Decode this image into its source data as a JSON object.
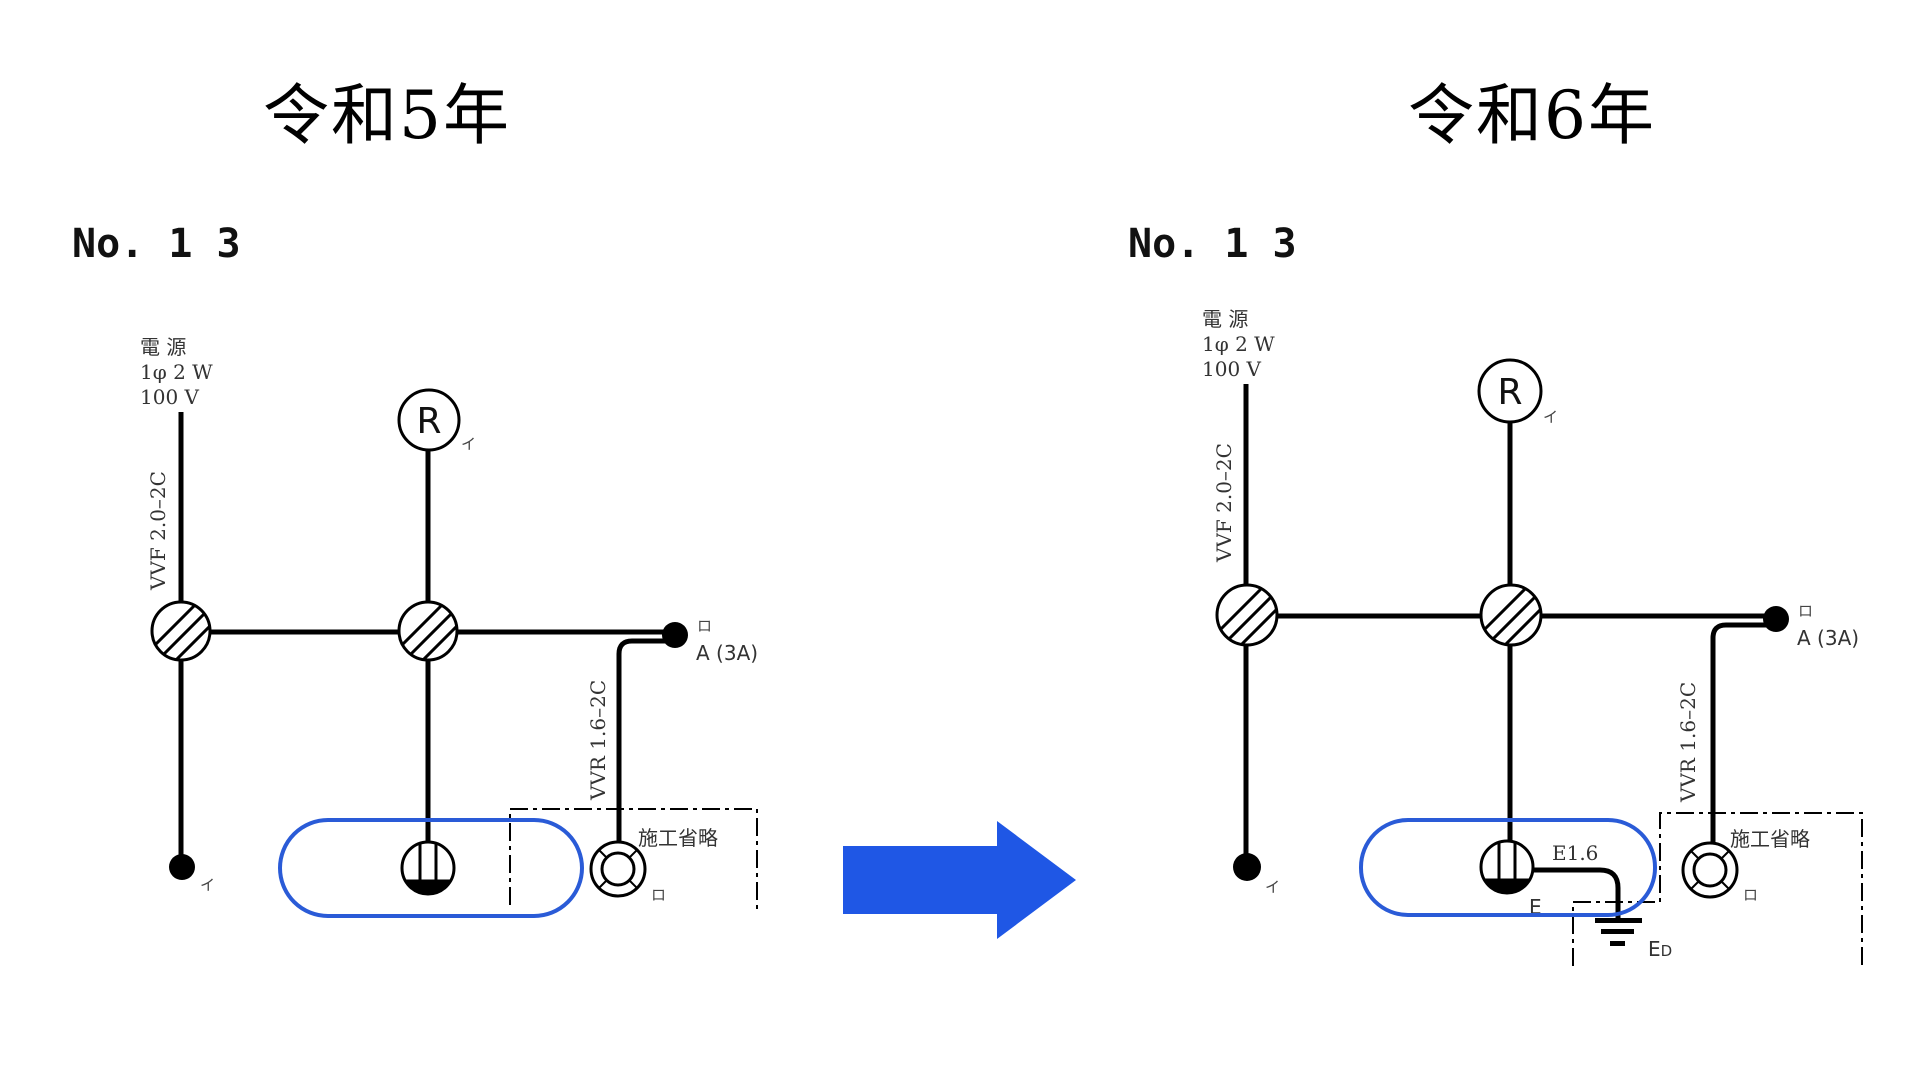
{
  "titles": {
    "left": "令和5年",
    "right": "令和6年"
  },
  "arrow": {
    "color": "#1f57e5",
    "direction": "right"
  },
  "highlight_color": "#2a5bd7",
  "diagrams": {
    "left": {
      "number": "No. 1 3",
      "source": {
        "line1": "電 源",
        "line2": "1φ 2 W",
        "line3": "100 V"
      },
      "main_cable": "VVF 2.0–2C",
      "branch_cable": "VVR 1.6–2C",
      "lamp_r": {
        "symbol": "R",
        "label": "イ"
      },
      "end_point_label": "イ",
      "switch": {
        "top_label": "ロ",
        "label": "A (3A)"
      },
      "pendant_label": "ロ",
      "omitted_label": "施工省略",
      "outlet": {
        "type": "outlet",
        "grounded": false
      }
    },
    "right": {
      "number": "No. 1 3",
      "source": {
        "line1": "電 源",
        "line2": "1φ 2 W",
        "line3": "100 V"
      },
      "main_cable": "VVF 2.0–2C",
      "branch_cable": "VVR 1.6–2C",
      "lamp_r": {
        "symbol": "R",
        "label": "イ"
      },
      "end_point_label": "イ",
      "switch": {
        "top_label": "ロ",
        "label": "A (3A)"
      },
      "pendant_label": "ロ",
      "omitted_label": "施工省略",
      "outlet": {
        "type": "outlet-with-ground",
        "grounded": true,
        "terminal_label": "E",
        "ground_wire": "E1.6",
        "ground_label": "E",
        "ground_sub": "D"
      }
    }
  }
}
